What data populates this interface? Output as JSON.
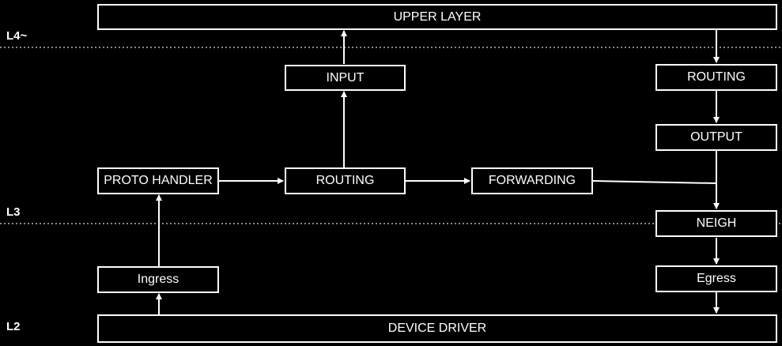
{
  "layers": {
    "l4": "L4~",
    "l3": "L3",
    "l2": "L2"
  },
  "boxes": {
    "upper_layer": "UPPER LAYER",
    "input": "INPUT",
    "routing_out": "ROUTING",
    "output": "OUTPUT",
    "proto_handler": "PROTO HANDLER",
    "routing_in": "ROUTING",
    "forwarding": "FORWARDING",
    "neigh": "NEIGH",
    "ingress": "Ingress",
    "egress": "Egress",
    "device_driver": "DEVICE DRIVER"
  },
  "colors": {
    "background": "#000000",
    "foreground": "#ffffff",
    "divider": "#888888"
  }
}
